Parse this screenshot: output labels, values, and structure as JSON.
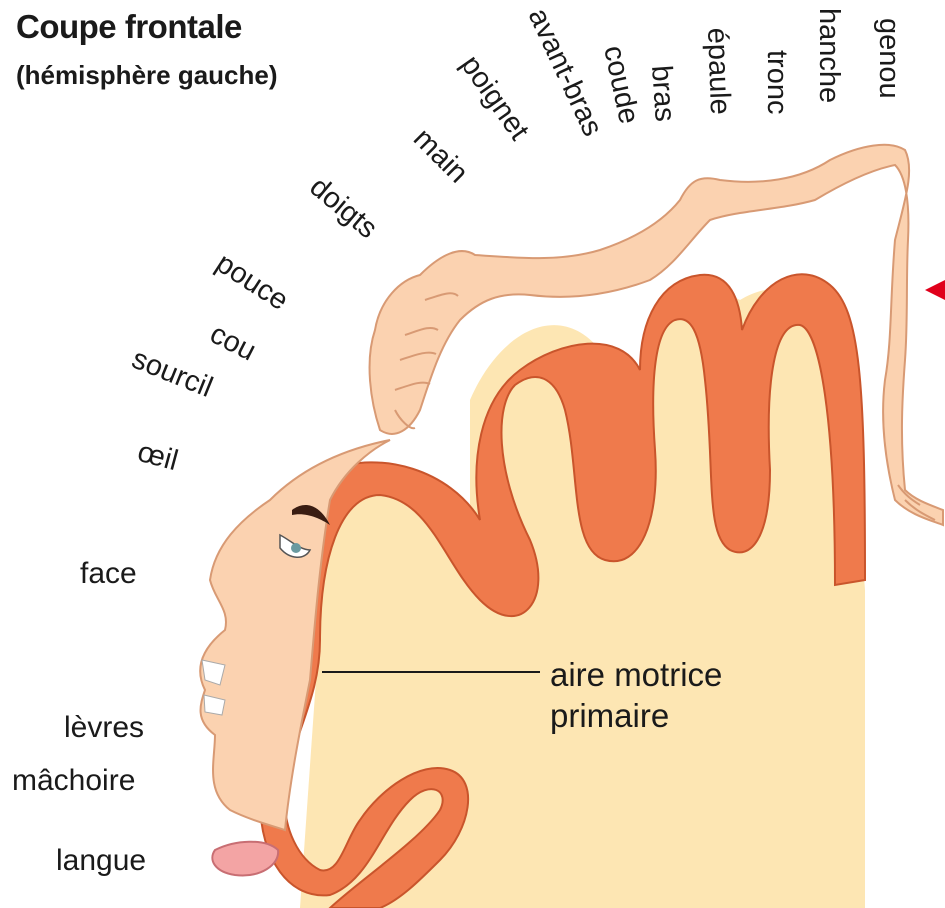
{
  "title": "Coupe frontale",
  "subtitle": "(hémisphère gauche)",
  "homunculus_labels": {
    "genou": "genou",
    "hanche": "hanche",
    "tronc": "tronc",
    "epaule": "épaule",
    "bras": "bras",
    "coude": "coude",
    "avant_bras": "avant-bras",
    "poignet": "poignet",
    "main": "main",
    "doigts": "doigts",
    "pouce": "pouce",
    "cou": "cou",
    "sourcil": "sourcil",
    "oeil": "œil",
    "face": "face",
    "levres": "lèvres",
    "machoire": "mâchoire",
    "langue": "langue"
  },
  "callout": {
    "line1": "aire motrice",
    "line2": "primaire"
  },
  "colors": {
    "cortex": "#ef7a4c",
    "cortex_edge": "#c9552c",
    "white_matter": "#fde6b3",
    "skin": "#fbd2b0",
    "skin_edge": "#d89a74",
    "arrow": "#e0001b"
  }
}
